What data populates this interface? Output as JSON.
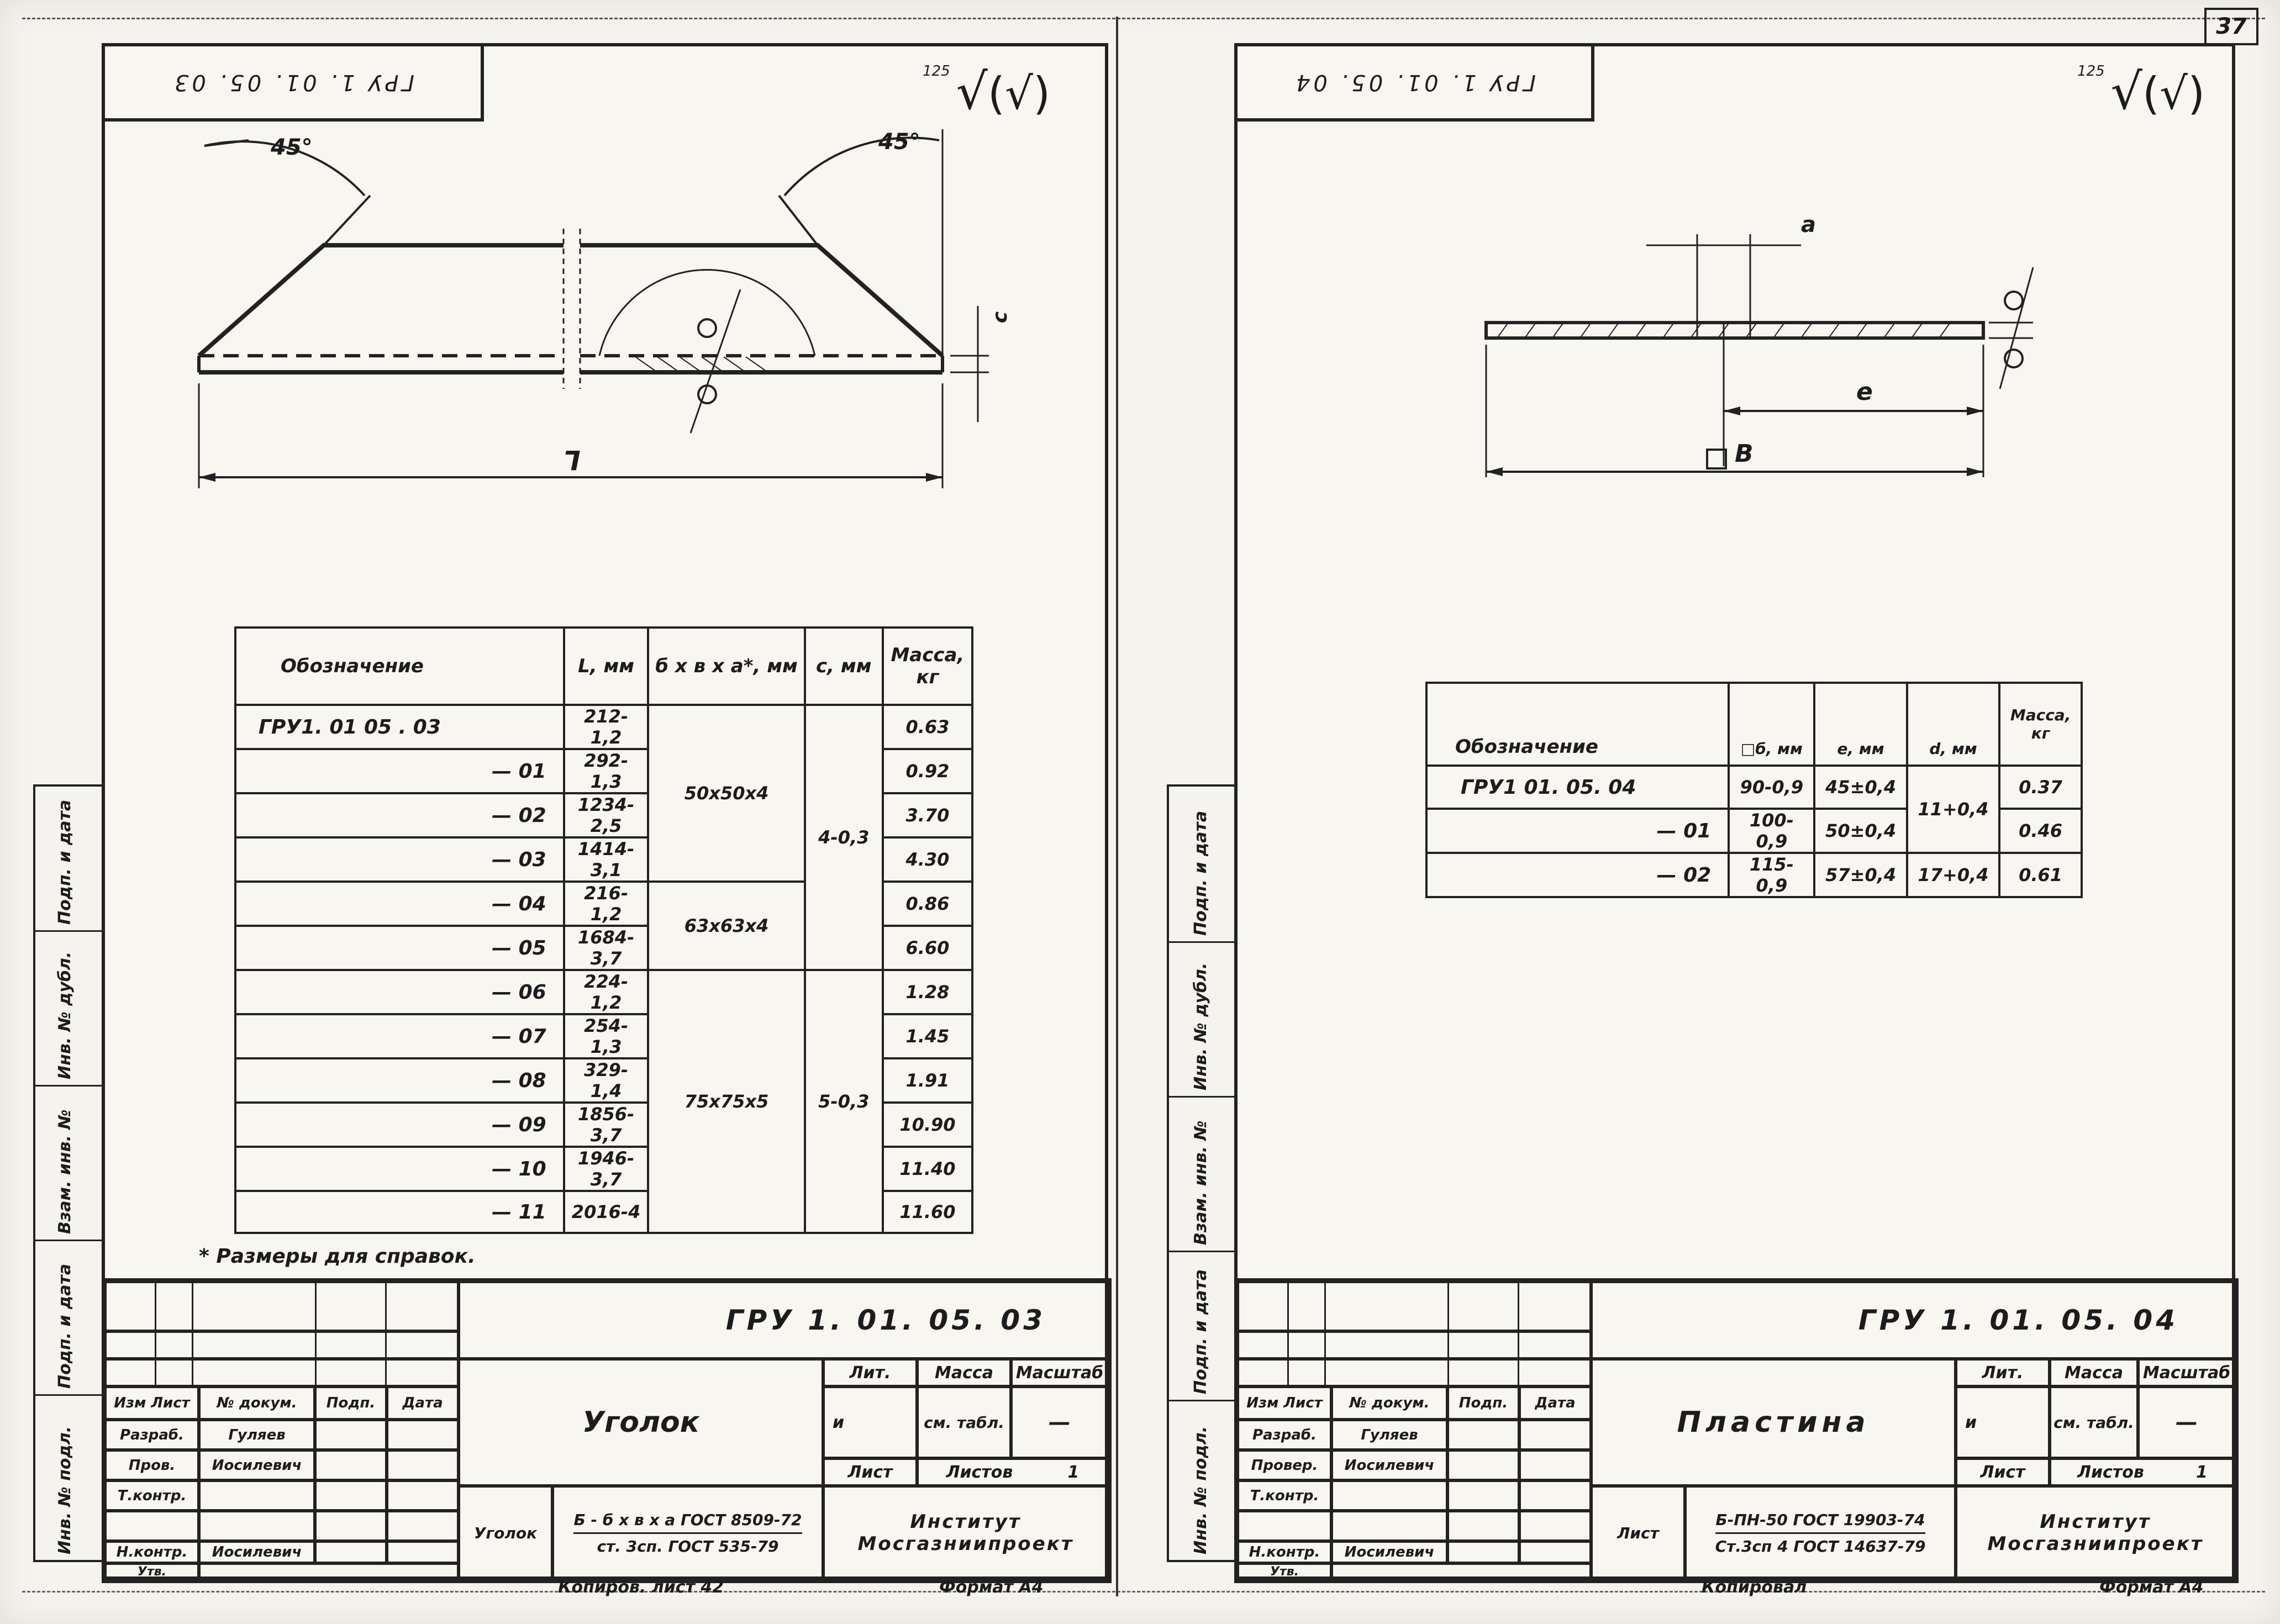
{
  "page_number": "37",
  "left": {
    "code_box": "ГРУ 1. 01. 05. 03",
    "roughness": "125",
    "dims": {
      "angle_left": "45°",
      "angle_right": "45°",
      "length": "L",
      "thickness": "c"
    },
    "table": {
      "headers": [
        "Обозначение",
        "L, мм",
        "б x в x а*, мм",
        "с, мм",
        "Масса, кг"
      ],
      "rows": [
        {
          "des": "ГРУ1. 01 05 . 03",
          "L": "212-1,2",
          "mass": "0.63"
        },
        {
          "des": "— 01",
          "L": "292-1,3",
          "mass": "0.92"
        },
        {
          "des": "— 02",
          "L": "1234-2,5",
          "mass": "3.70"
        },
        {
          "des": "— 03",
          "L": "1414-3,1",
          "mass": "4.30"
        },
        {
          "des": "— 04",
          "L": "216-1,2",
          "mass": "0.86"
        },
        {
          "des": "— 05",
          "L": "1684-3,7",
          "mass": "6.60"
        },
        {
          "des": "— 06",
          "L": "224-1,2",
          "mass": "1.28"
        },
        {
          "des": "— 07",
          "L": "254-1,3",
          "mass": "1.45"
        },
        {
          "des": "— 08",
          "L": "329-1,4",
          "mass": "1.91"
        },
        {
          "des": "— 09",
          "L": "1856-3,7",
          "mass": "10.90"
        },
        {
          "des": "— 10",
          "L": "1946-3,7",
          "mass": "11.40"
        },
        {
          "des": "— 11",
          "L": "2016-4",
          "mass": "11.60"
        }
      ],
      "profiles": [
        "50x50x4",
        "63x63x4",
        "75x75x5"
      ],
      "c_values": [
        "4-0,3",
        "5-0,3"
      ]
    },
    "footnote": "* Размеры для справок.",
    "title_block": {
      "code": "ГРУ 1. 01. 05. 03",
      "name": "Уголок",
      "lit": "Лит.",
      "massa": "Масса",
      "masshtab": "Масштаб",
      "lit_val": "и",
      "mass_val": "см. табл.",
      "scale_val": "—",
      "list": "Лист",
      "listov": "Листов",
      "listov_val": "1",
      "material_label": "Уголок",
      "material_1": "Б - б x в x а ГОСТ 8509-72",
      "material_2": "ст. 3сп. ГОСТ 535-79",
      "org_1": "Институт",
      "org_2": "Мосгазниипроект",
      "rows": [
        {
          "role": "Изм Лист",
          "name": "№ докум.",
          "sign": "Подп.",
          "date": "Дата"
        },
        {
          "role": "Разраб.",
          "name": "Гуляев",
          "sign": "",
          "date": ""
        },
        {
          "role": "Пров.",
          "name": "Иосилевич",
          "sign": "",
          "date": ""
        },
        {
          "role": "Т.контр.",
          "name": "",
          "sign": "",
          "date": ""
        },
        {
          "role": "Н.контр.",
          "name": "Иосилевич",
          "sign": "",
          "date": ""
        },
        {
          "role": "Утв.",
          "name": "",
          "sign": "",
          "date": ""
        }
      ]
    },
    "under": {
      "copied": "Копиров. лист 42",
      "format": "Формат А4"
    }
  },
  "right": {
    "code_box": "ГРУ 1. 01. 05. 04",
    "roughness": "125",
    "dims": {
      "a": "a",
      "e": "е",
      "b": "В"
    },
    "table": {
      "headers": [
        "Обозначение",
        "□б, мм",
        "е, мм",
        "d, мм",
        "Масса, кг"
      ],
      "rows": [
        {
          "des": "ГРУ1 01. 05. 04",
          "b": "90-0,9",
          "e": "45±0,4",
          "d": "11+0,4",
          "mass": "0.37"
        },
        {
          "des": "— 01",
          "b": "100-0,9",
          "e": "50±0,4",
          "d": "",
          "mass": "0.46"
        },
        {
          "des": "— 02",
          "b": "115-0,9",
          "e": "57±0,4",
          "d": "17+0,4",
          "mass": "0.61"
        }
      ]
    },
    "title_block": {
      "code": "ГРУ 1. 01. 05. 04",
      "name": "Пластина",
      "lit": "Лит.",
      "massa": "Масса",
      "masshtab": "Масштаб",
      "lit_val": "и",
      "mass_val": "см. табл.",
      "scale_val": "—",
      "list": "Лист",
      "listov": "Листов",
      "listov_val": "1",
      "material_label": "Лист",
      "material_1": "Б-ПН-50 ГОСТ 19903-74",
      "material_2": "Ст.3сп 4 ГОСТ 14637-79",
      "org_1": "Институт",
      "org_2": "Мосгазниипроект",
      "rows": [
        {
          "role": "Изм Лист",
          "name": "№ докум.",
          "sign": "Подп.",
          "date": "Дата"
        },
        {
          "role": "Разраб.",
          "name": "Гуляев",
          "sign": "",
          "date": ""
        },
        {
          "role": "Провер.",
          "name": "Иосилевич",
          "sign": "",
          "date": ""
        },
        {
          "role": "Т.контр.",
          "name": "",
          "sign": "",
          "date": ""
        },
        {
          "role": "Н.контр.",
          "name": "Иосилевич",
          "sign": "",
          "date": ""
        },
        {
          "role": "Утв.",
          "name": "",
          "sign": "",
          "date": ""
        }
      ]
    },
    "under": {
      "copied": "Копировал",
      "format": "Формат А4"
    }
  },
  "side_labels": {
    "left": [
      "Инв. № подл.",
      "Подп. и дата",
      "Взам. инв. №",
      "Инв. № дубл.",
      "Подп. и дата"
    ],
    "right": [
      "Инв. № подл.",
      "Подп. и дата",
      "Взам. инв. №",
      "Инв. № дубл.",
      "Подп. и дата"
    ]
  }
}
